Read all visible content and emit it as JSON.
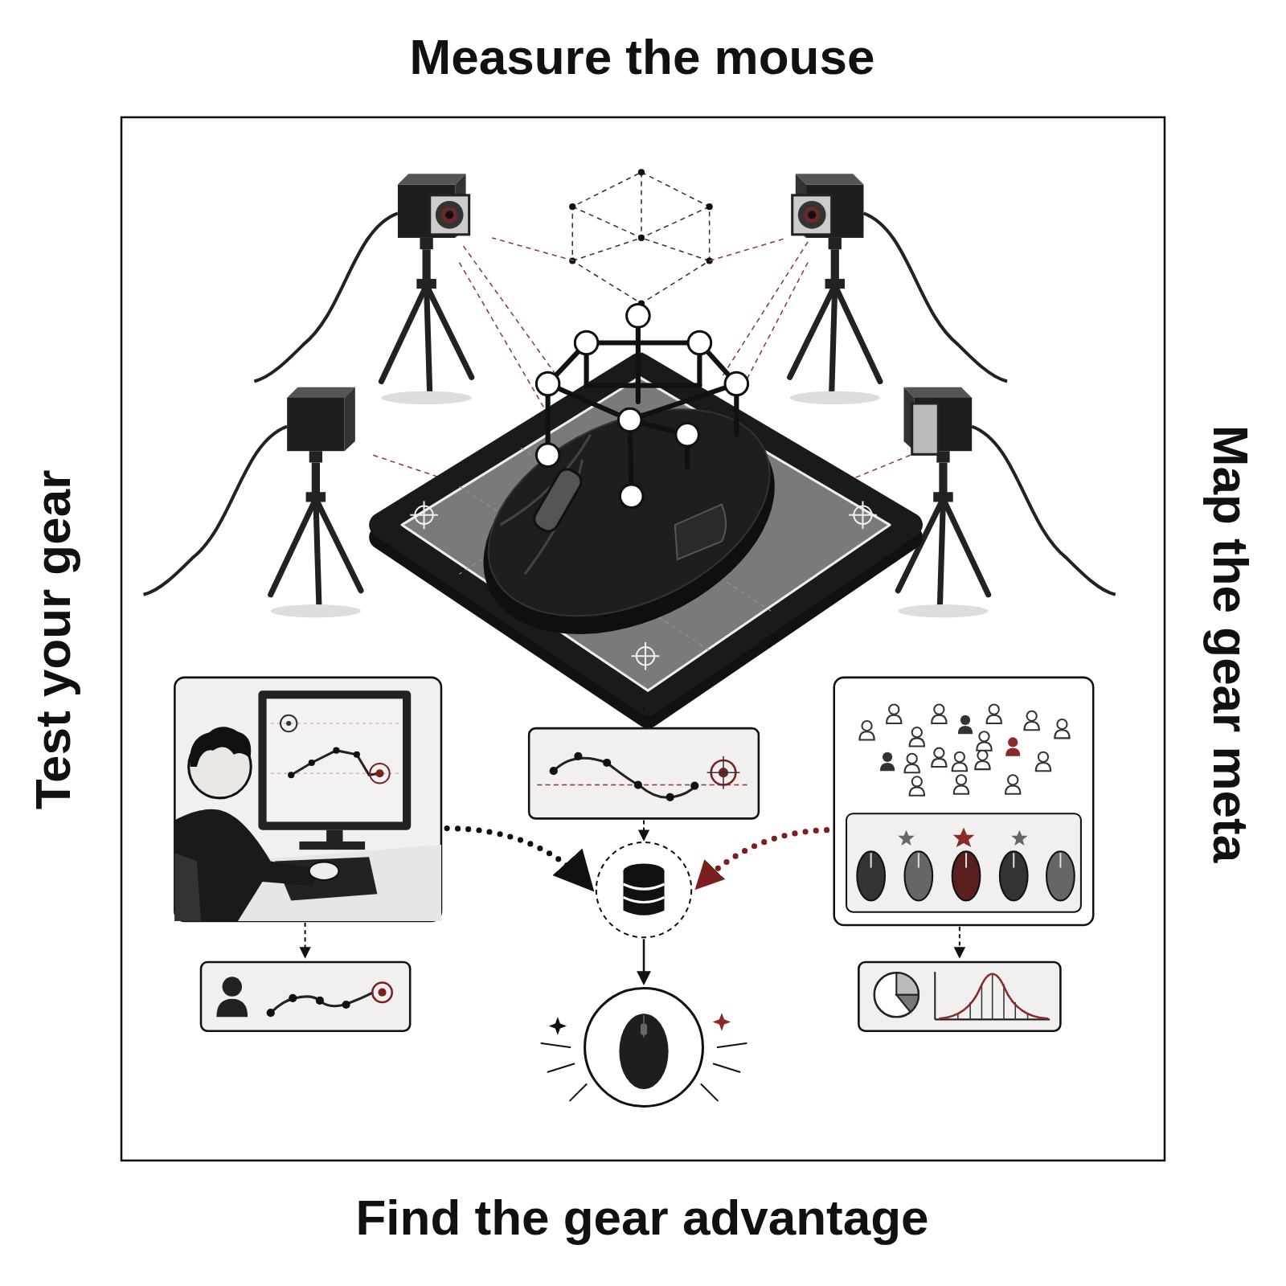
{
  "diagram": {
    "labels": [
      "Measure the mouse",
      "Test your gear",
      "Map the gear meta",
      "Find the gear advantage"
    ]
  }
}
